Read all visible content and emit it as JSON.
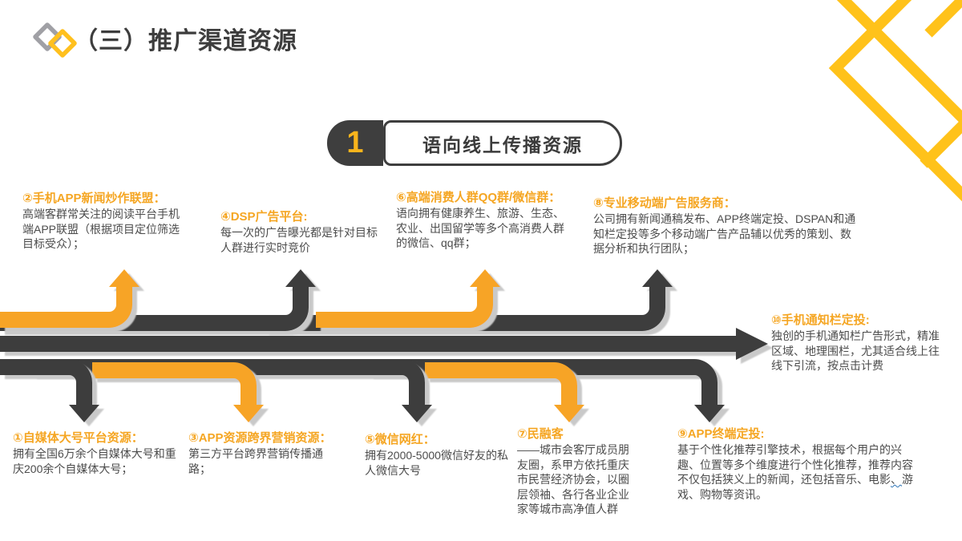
{
  "title": "（三）推广渠道资源",
  "section": {
    "number": "1",
    "name": "语向线上传播资源"
  },
  "blocks": {
    "b1": {
      "heading": "①自媒体大号平台资源：",
      "body": "拥有全国6万余个自媒体大号和重庆200余个自媒体大号；"
    },
    "b2": {
      "heading": "②手机APP新闻炒作联盟：",
      "body": "高端客群常关注的阅读平台手机端APP联盟（根据项目定位筛选目标受众）；"
    },
    "b3": {
      "heading": "③APP资源跨界营销资源：",
      "body": "第三方平台跨界营销传播通路；"
    },
    "b4": {
      "heading": "④DSP广告平台:",
      "body": "每一次的广告曝光都是针对目标人群进行实时竞价"
    },
    "b5": {
      "heading": "⑤微信网红：",
      "body": "拥有2000-5000微信好友的私人微信大号"
    },
    "b6": {
      "heading": "⑥高端消费人群QQ群/微信群：",
      "body": "语向拥有健康养生、旅游、生态、农业、出国留学等多个高消费人群的微信、qq群；"
    },
    "b7": {
      "heading": "⑦民融客",
      "body": "——城市会客厅成员朋友圈，系甲方依托重庆市民营经济协会，以圈层领袖、各行各业企业家等城市高净值人群"
    },
    "b8": {
      "heading": "⑧专业移动端广告服务商：",
      "body": "公司拥有新闻通稿发布、APP终端定投、DSPAN和通知栏定投等多个移动端广告产品辅以优秀的策划、数据分析和执行团队；"
    },
    "b9": {
      "heading": "⑨APP终端定投:",
      "body": "基于个性化推荐引擎技术，根据每个用户的兴趣、位置等多个维度进行个性化推荐，推荐内容不仅包括狭义上的新闻，还包括音乐、电影",
      "wavy": "、",
      "body2": "游戏、购物等资讯。"
    },
    "b10": {
      "heading": "⑩手机通知栏定投:",
      "body": "独创的手机通知栏广告形式，精准区域、地理围栏，尤其适合线上往线下引流，按点击计费"
    }
  },
  "colors": {
    "ribbon_yellow": "#F7A428",
    "ribbon_dark": "#3E3E3E",
    "heading_orange": "#F5A623",
    "decor_yellow": "#FFC21A",
    "shadow_gray": "#C9C9C9"
  }
}
